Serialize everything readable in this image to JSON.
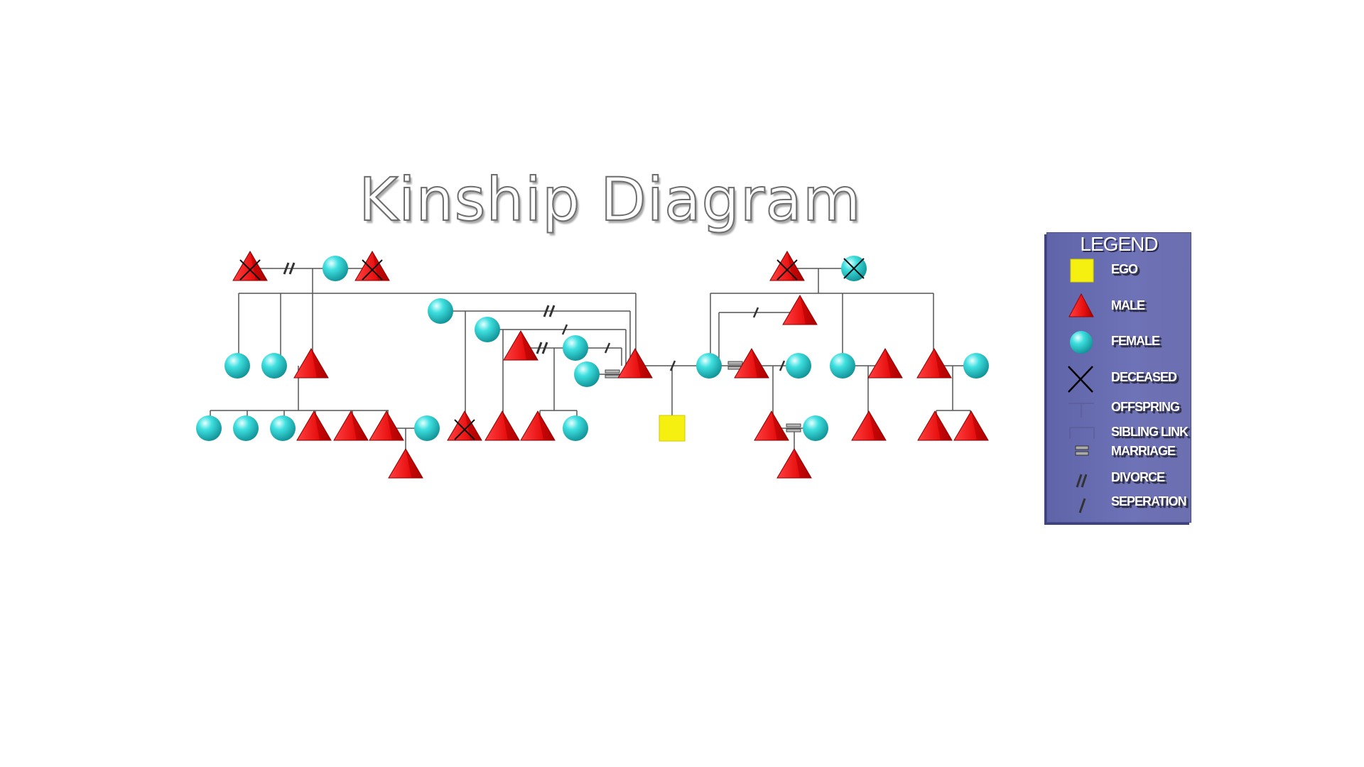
{
  "title": "Kinship Diagram",
  "colors": {
    "male": "#ee1c1c",
    "female": "#2ed3d3",
    "ego": "#f5f010",
    "line": "#555555",
    "legend_bg": "#6a6eb2"
  },
  "legend": {
    "title": "LEGEND",
    "items": [
      {
        "icon": "ego-square-icon",
        "label": "EGO"
      },
      {
        "icon": "male-triangle-icon",
        "label": "MALE"
      },
      {
        "icon": "female-circle-icon",
        "label": "FEMALE"
      },
      {
        "icon": "deceased-x-icon",
        "label": "DECEASED"
      },
      {
        "icon": "offspring-line-icon",
        "label": "OFFSPRING"
      },
      {
        "icon": "sibling-link-icon",
        "label": "SIBLING LINK"
      },
      {
        "icon": "marriage-equals-icon",
        "label": "MARRIAGE"
      },
      {
        "icon": "divorce-double-slash-icon",
        "label": "DIVORCE"
      },
      {
        "icon": "separation-slash-icon",
        "label": "SEPERATION"
      }
    ]
  },
  "people": [
    {
      "id": "m1",
      "sex": "male",
      "deceased": true
    },
    {
      "id": "f1",
      "sex": "female"
    },
    {
      "id": "m2",
      "sex": "male",
      "deceased": true
    },
    {
      "id": "f2",
      "sex": "female"
    },
    {
      "id": "f3",
      "sex": "female"
    },
    {
      "id": "m3",
      "sex": "male"
    },
    {
      "id": "f4",
      "sex": "female"
    },
    {
      "id": "f5",
      "sex": "female"
    },
    {
      "id": "f6",
      "sex": "female"
    },
    {
      "id": "m4",
      "sex": "male"
    },
    {
      "id": "m5",
      "sex": "male"
    },
    {
      "id": "m6",
      "sex": "male"
    },
    {
      "id": "f7",
      "sex": "female"
    },
    {
      "id": "m7",
      "sex": "male"
    },
    {
      "id": "f8",
      "sex": "female"
    },
    {
      "id": "f9",
      "sex": "female"
    },
    {
      "id": "m8",
      "sex": "male"
    },
    {
      "id": "f10",
      "sex": "female"
    },
    {
      "id": "f11",
      "sex": "female"
    },
    {
      "id": "father",
      "sex": "male"
    },
    {
      "id": "m9",
      "sex": "male",
      "deceased": true
    },
    {
      "id": "m10",
      "sex": "male"
    },
    {
      "id": "m11",
      "sex": "male"
    },
    {
      "id": "f12",
      "sex": "female"
    },
    {
      "id": "ego",
      "sex": "ego"
    },
    {
      "id": "m12",
      "sex": "male",
      "deceased": true
    },
    {
      "id": "f13",
      "sex": "female",
      "deceased": true
    },
    {
      "id": "m13",
      "sex": "male"
    },
    {
      "id": "mother",
      "sex": "female"
    },
    {
      "id": "m14",
      "sex": "male"
    },
    {
      "id": "f14",
      "sex": "female"
    },
    {
      "id": "f15",
      "sex": "female"
    },
    {
      "id": "m15",
      "sex": "male"
    },
    {
      "id": "m16",
      "sex": "male"
    },
    {
      "id": "f16",
      "sex": "female"
    },
    {
      "id": "m17",
      "sex": "male"
    },
    {
      "id": "f17",
      "sex": "female"
    },
    {
      "id": "m18",
      "sex": "male"
    },
    {
      "id": "m19",
      "sex": "male"
    },
    {
      "id": "m20",
      "sex": "male"
    },
    {
      "id": "m21",
      "sex": "male"
    }
  ]
}
